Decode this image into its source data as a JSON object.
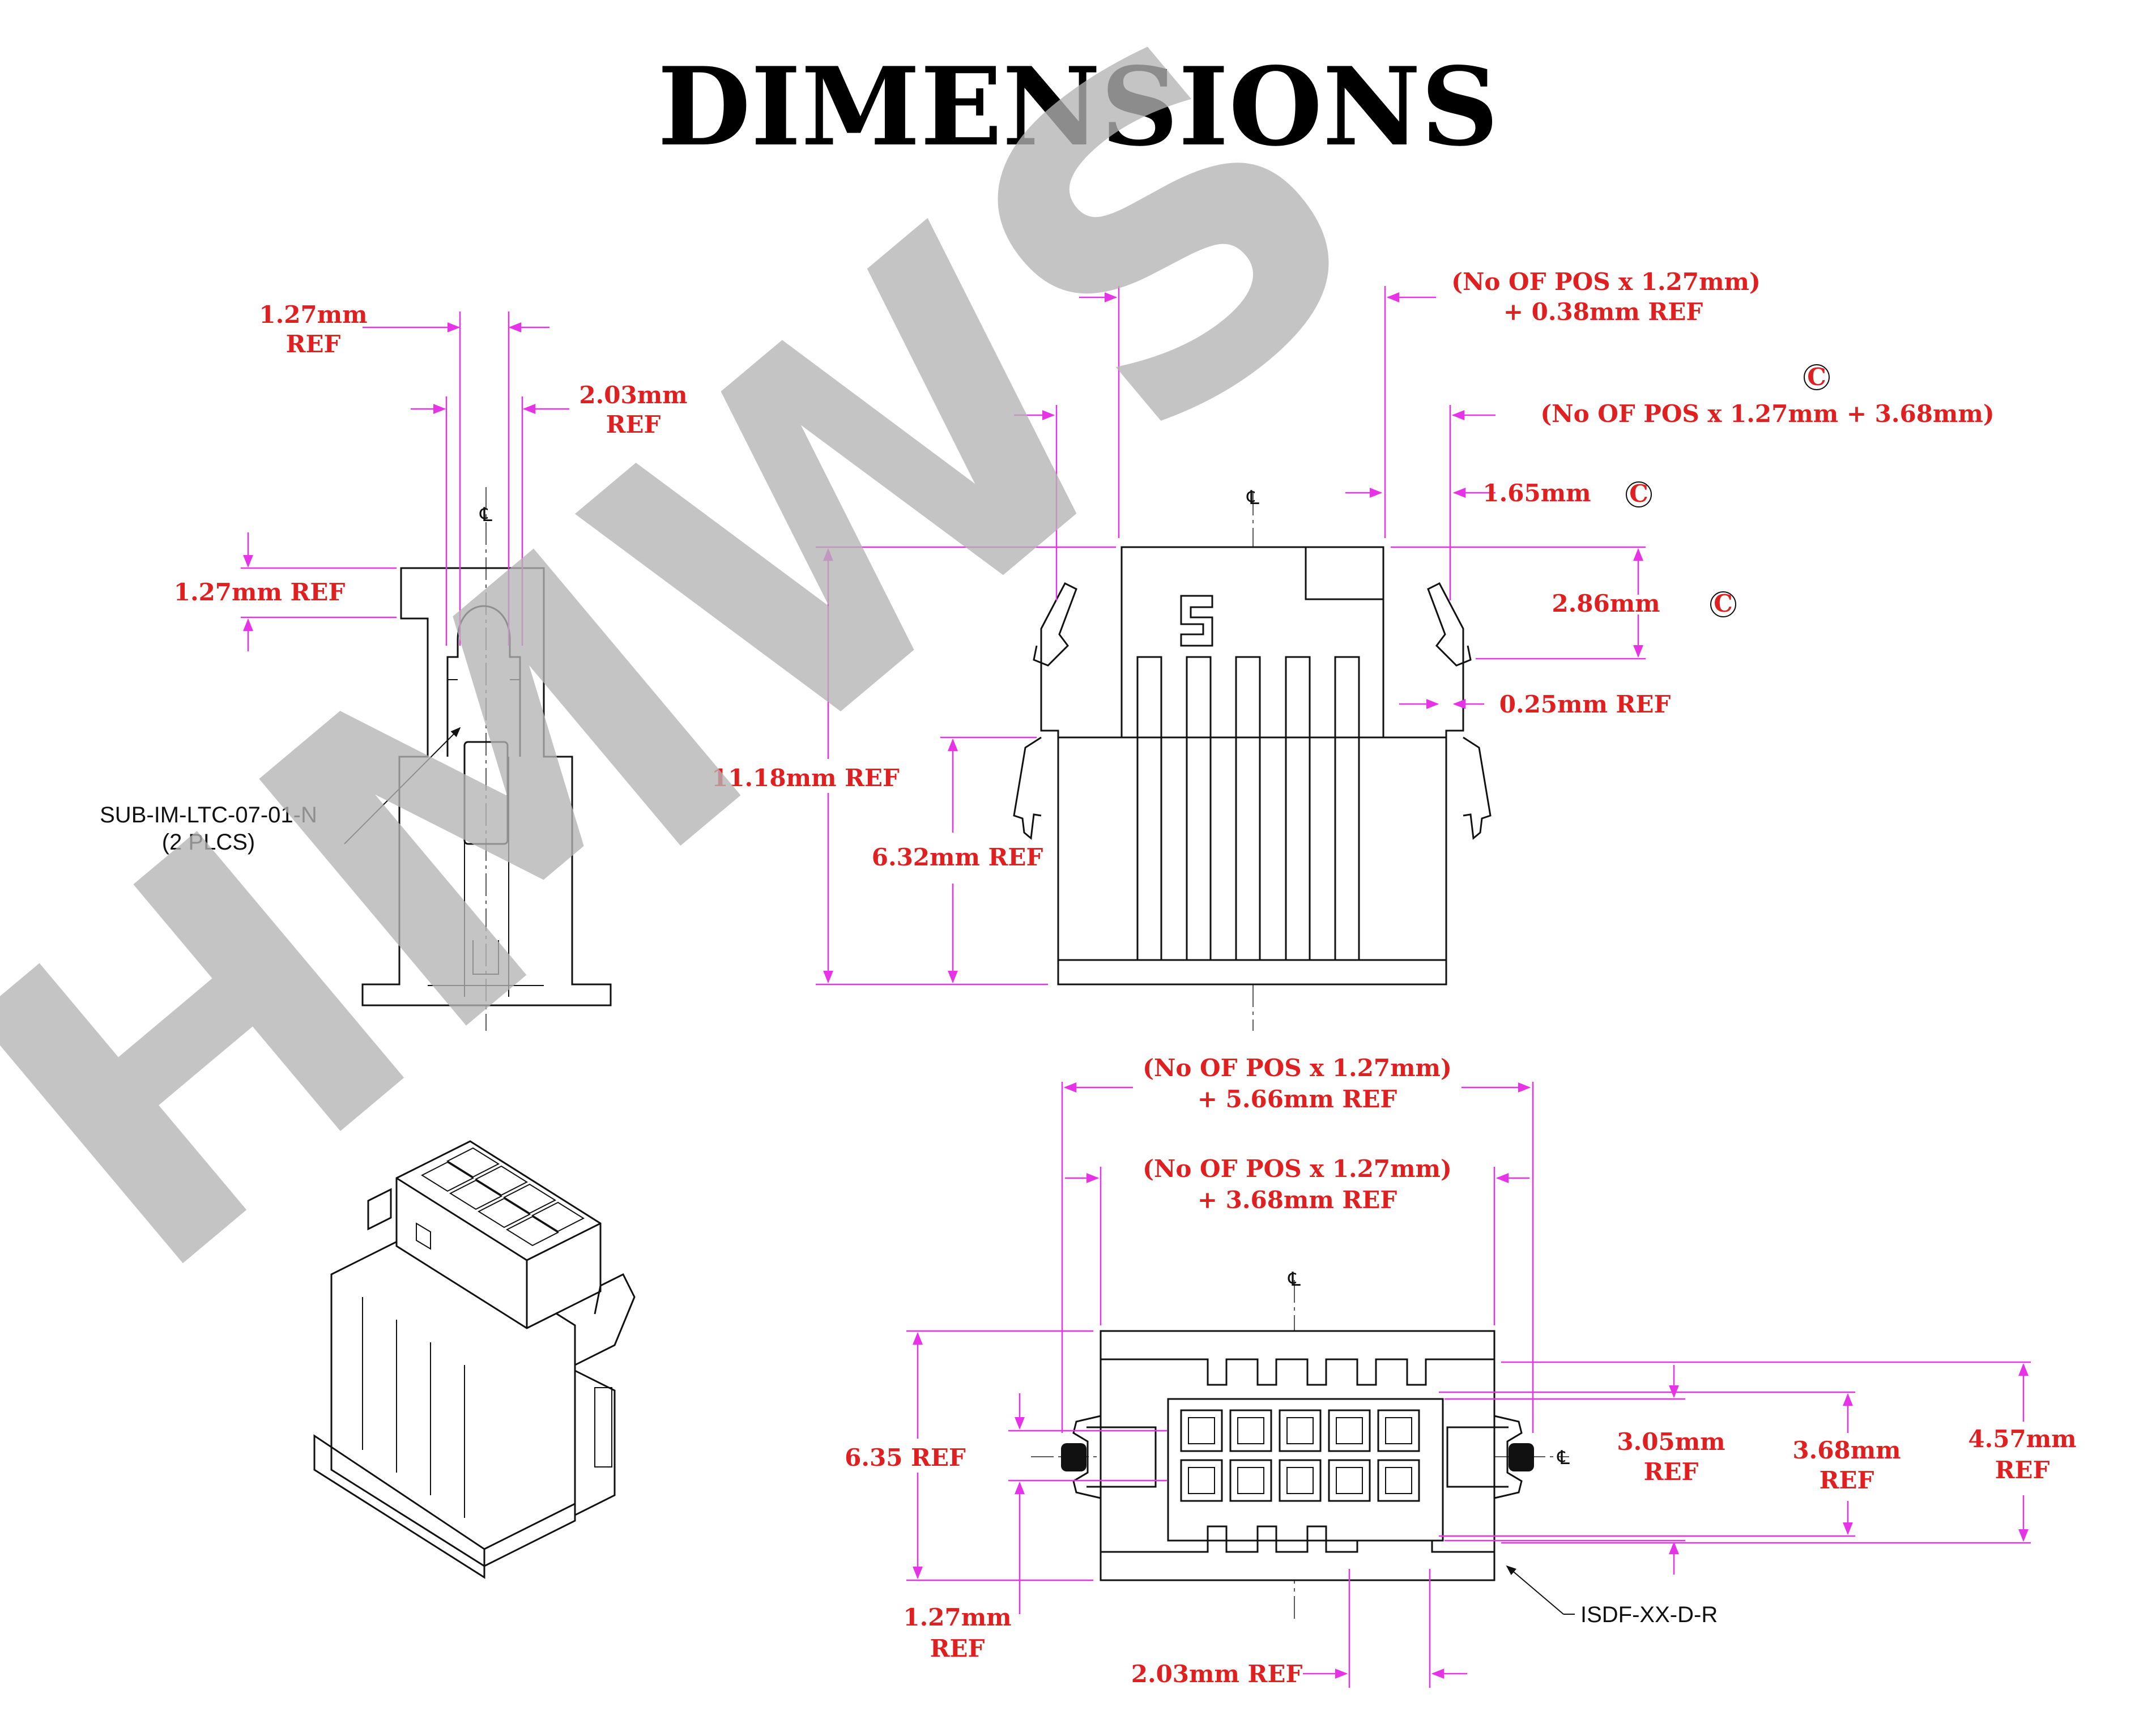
{
  "title": "DIMENSIONS",
  "watermark": "HMWS",
  "colors": {
    "dimension_text": "#e02020",
    "dimension_lines": "#e633e6",
    "outline": "#111111",
    "watermark": "#b4b4b4"
  },
  "centerline_symbol": "℄",
  "critical_symbol": "C",
  "side_view": {
    "dim_pitch": [
      "1.27mm",
      "REF"
    ],
    "dim_slot": [
      "2.03mm",
      "REF"
    ],
    "dim_top": "1.27mm REF",
    "callout": [
      "SUB-IM-LTC-07-01-N",
      "(2 PLCS)"
    ]
  },
  "front_view": {
    "dim_overall_inner": [
      "(No OF POS x 1.27mm)",
      "+ 0.38mm REF"
    ],
    "dim_overall_outer": "(No OF POS x 1.27mm + 3.68mm)",
    "dim_side": "1.65mm",
    "dim_latch_height": "2.86mm",
    "dim_clearance": "0.25mm REF",
    "dim_total_height": "11.18mm REF",
    "dim_body_height": "6.32mm REF"
  },
  "bottom_view": {
    "dim_overall": [
      "(No OF POS x 1.27mm)",
      "+ 5.66mm REF"
    ],
    "dim_body": [
      "(No OF POS x 1.27mm)",
      "+ 3.68mm REF"
    ],
    "dim_height": "6.35 REF",
    "dim_row_pitch": [
      "1.27mm",
      "REF"
    ],
    "dim_pitch": "2.03mm REF",
    "dim_a": [
      "3.05mm",
      "REF"
    ],
    "dim_b": [
      "3.68mm",
      "REF"
    ],
    "dim_c": [
      "4.57mm",
      "REF"
    ],
    "callout": "ISDF-XX-D-R"
  }
}
